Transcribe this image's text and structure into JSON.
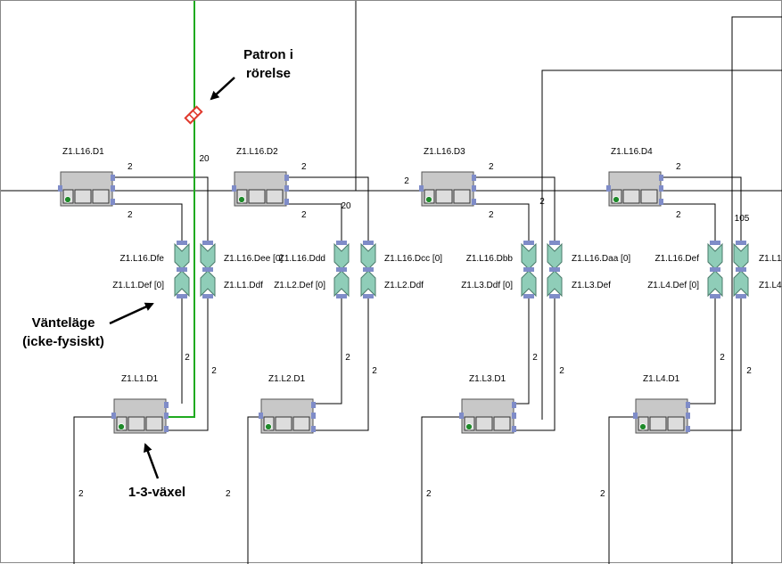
{
  "annotations": {
    "moving": [
      "Patron i",
      "rörelse"
    ],
    "waiting": [
      "Vänteläge",
      "(icke-fysiskt)"
    ],
    "switch": [
      "1-3-växel"
    ]
  },
  "diverters": [
    {
      "name": "Z1.L16.D1",
      "n_top": "2",
      "n_bottom": "2"
    },
    {
      "name": "Z1.L16.D2",
      "n_top": "2",
      "n_bottom": "2"
    },
    {
      "name": "Z1.L16.D3",
      "n_top": "2",
      "n_bottom": "2"
    },
    {
      "name": "Z1.L16.D4",
      "n_top": "2",
      "n_bottom": "2"
    }
  ],
  "stations": [
    {
      "name": "Z1.L1.D1",
      "n_left": "2",
      "n_right": "2",
      "n_down": "2"
    },
    {
      "name": "Z1.L2.D1",
      "n_left": "2",
      "n_right": "2",
      "n_down": "2"
    },
    {
      "name": "Z1.L3.D1",
      "n_left": "2",
      "n_right": "2",
      "n_down": "2"
    },
    {
      "name": "Z1.L4.D1",
      "n_left": "2",
      "n_right": "2",
      "n_down": "2"
    }
  ],
  "tube_labels": [
    {
      "top": "Z1.L16.Dfe",
      "bottom": "Z1.L1.Def [0]"
    },
    {
      "top": "Z1.L16.Dee [0]",
      "bottom": "Z1.L1.Ddf"
    },
    {
      "top": "Z1.L16.Ddd",
      "bottom": "Z1.L2.Def [0]"
    },
    {
      "top": "Z1.L16.Dcc [0]",
      "bottom": "Z1.L2.Ddf"
    },
    {
      "top": "Z1.L16.Dbb",
      "bottom": "Z1.L3.Ddf [0]"
    },
    {
      "top": "Z1.L16.Daa [0]",
      "bottom": "Z1.L3.Def"
    },
    {
      "top": "Z1.L16.Def",
      "bottom": "Z1.L4.Def [0]"
    },
    {
      "top": "Z1.L1",
      "bottom": "Z1.L4"
    }
  ],
  "line_numbers": {
    "green": "20",
    "d2": "20",
    "main_left": "2",
    "d3_right": "2",
    "d4_right": "105"
  },
  "colors": {
    "line": "#000000",
    "active": "#1faa1f",
    "tube": "#8fcdb8",
    "device": "#c8c8c8",
    "port": "#7f8cc8",
    "led": "#1e8a2a",
    "carrier": "#e0382c"
  }
}
